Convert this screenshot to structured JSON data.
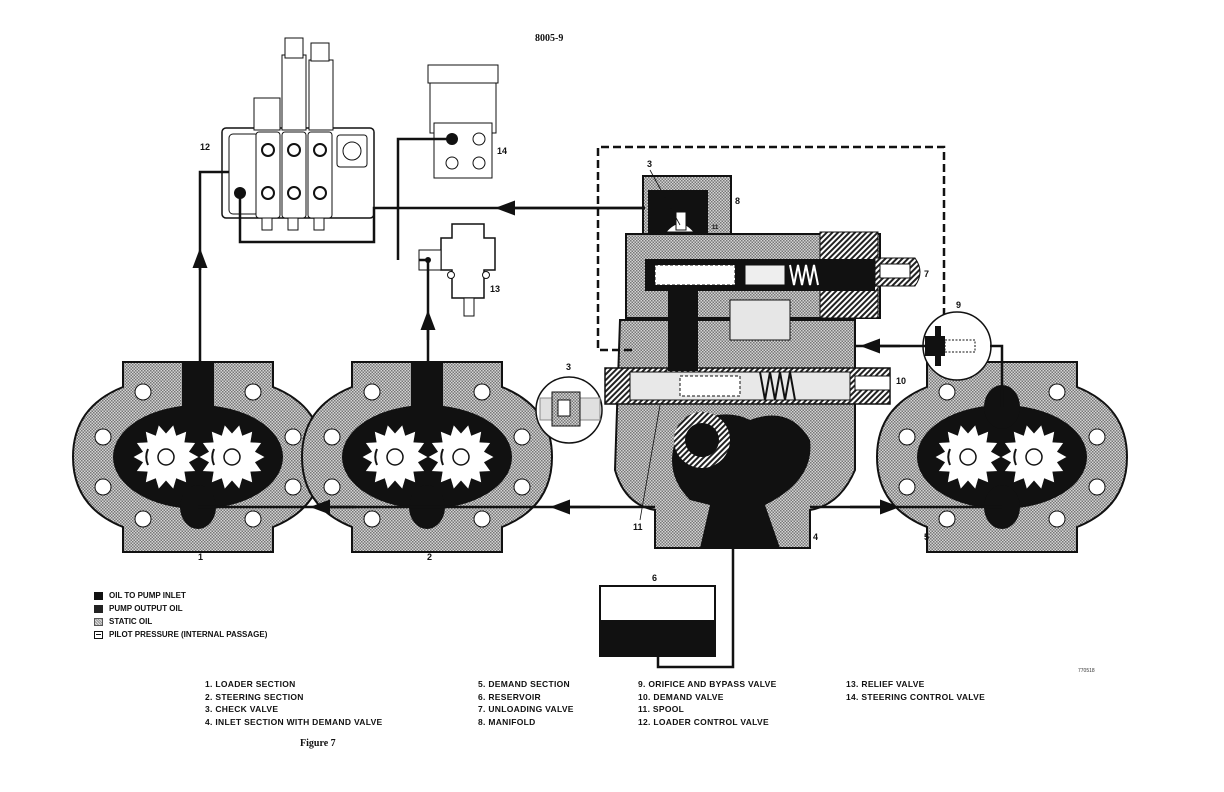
{
  "document_id": "8005-9",
  "reference_code": "770518",
  "figure_caption": "Figure 7",
  "legend": [
    {
      "swatch": "oil-to-pump-inlet",
      "label": "OIL TO PUMP INLET"
    },
    {
      "swatch": "pump-output-oil",
      "label": "PUMP OUTPUT OIL"
    },
    {
      "swatch": "static-oil",
      "label": "STATIC OIL"
    },
    {
      "swatch": "pilot-pressure",
      "label": "PILOT PRESSURE (INTERNAL PASSAGE)"
    }
  ],
  "key": {
    "col1": [
      "1.  LOADER SECTION",
      "2. STEERING SECTION",
      "3. CHECK VALVE",
      "4. INLET SECTION WITH DEMAND VALVE"
    ],
    "col2": [
      "5. DEMAND SECTION",
      "6. RESERVOIR",
      "7. UNLOADING VALVE",
      "8. MANIFOLD"
    ],
    "col3": [
      "9.  ORIFICE AND BYPASS VALVE",
      "10. DEMAND VALVE",
      "11. SPOOL",
      "12. LOADER CONTROL VALVE"
    ],
    "col4": [
      "13. RELIEF VALVE",
      "14. STEERING CONTROL VALVE"
    ]
  },
  "callouts": {
    "pump1": "1",
    "pump2": "2",
    "check_valve_top": "3",
    "check_valve_inset": "3",
    "inlet_section": "4",
    "demand_section": "5",
    "reservoir": "6",
    "unloading_valve": "7",
    "manifold": "8",
    "orifice_bypass": "9",
    "demand_valve": "10",
    "spool_top": "11",
    "spool_bottom": "11",
    "loader_control": "12",
    "relief_valve": "13",
    "steering_control": "14"
  },
  "colors": {
    "ink": "#111111",
    "static_fill": "#b8b8b8",
    "paper": "#ffffff"
  }
}
